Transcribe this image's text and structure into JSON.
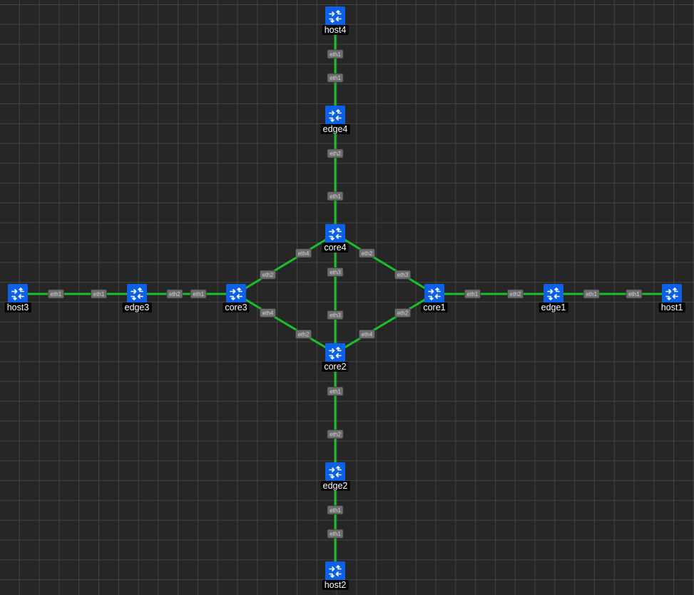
{
  "colors": {
    "background": "#262626",
    "grid": "#3a3a3a",
    "link": "#1bbf2a",
    "node_fill": "#0c61e6",
    "node_label_bg": "#000000",
    "port_badge": "#6e6e6e"
  },
  "node_icon": "router-arrows-icon",
  "nodes": [
    {
      "id": "host4",
      "label": "host4"
    },
    {
      "id": "edge4",
      "label": "edge4"
    },
    {
      "id": "core4",
      "label": "core4"
    },
    {
      "id": "host3",
      "label": "host3"
    },
    {
      "id": "edge3",
      "label": "edge3"
    },
    {
      "id": "core3",
      "label": "core3"
    },
    {
      "id": "core1",
      "label": "core1"
    },
    {
      "id": "edge1",
      "label": "edge1"
    },
    {
      "id": "host1",
      "label": "host1"
    },
    {
      "id": "core2",
      "label": "core2"
    },
    {
      "id": "edge2",
      "label": "edge2"
    },
    {
      "id": "host2",
      "label": "host2"
    }
  ],
  "links": [
    {
      "a": "host4",
      "a_port": "eth1",
      "b": "edge4",
      "b_port": "eth1"
    },
    {
      "a": "edge4",
      "a_port": "eth2",
      "b": "core4",
      "b_port": "eth1"
    },
    {
      "a": "host3",
      "a_port": "eth1",
      "b": "edge3",
      "b_port": "eth1"
    },
    {
      "a": "edge3",
      "a_port": "eth2",
      "b": "core3",
      "b_port": "eth1"
    },
    {
      "a": "core3",
      "a_port": "eth2",
      "b": "core4",
      "b_port": "eth4"
    },
    {
      "a": "core4",
      "a_port": "eth2",
      "b": "core1",
      "b_port": "eth3"
    },
    {
      "a": "core3",
      "a_port": "eth4",
      "b": "core2",
      "b_port": "eth2"
    },
    {
      "a": "core2",
      "a_port": "eth4",
      "b": "core1",
      "b_port": "eth2"
    },
    {
      "a": "core4",
      "a_port": "eth3",
      "b": "core2",
      "b_port": "eth3"
    },
    {
      "a": "core1",
      "a_port": "eth1",
      "b": "edge1",
      "b_port": "eth2"
    },
    {
      "a": "edge1",
      "a_port": "eth1",
      "b": "host1",
      "b_port": "eth1"
    },
    {
      "a": "core2",
      "a_port": "eth1",
      "b": "edge2",
      "b_port": "eth2"
    },
    {
      "a": "edge2",
      "a_port": "eth1",
      "b": "host2",
      "b_port": "eth1"
    }
  ]
}
